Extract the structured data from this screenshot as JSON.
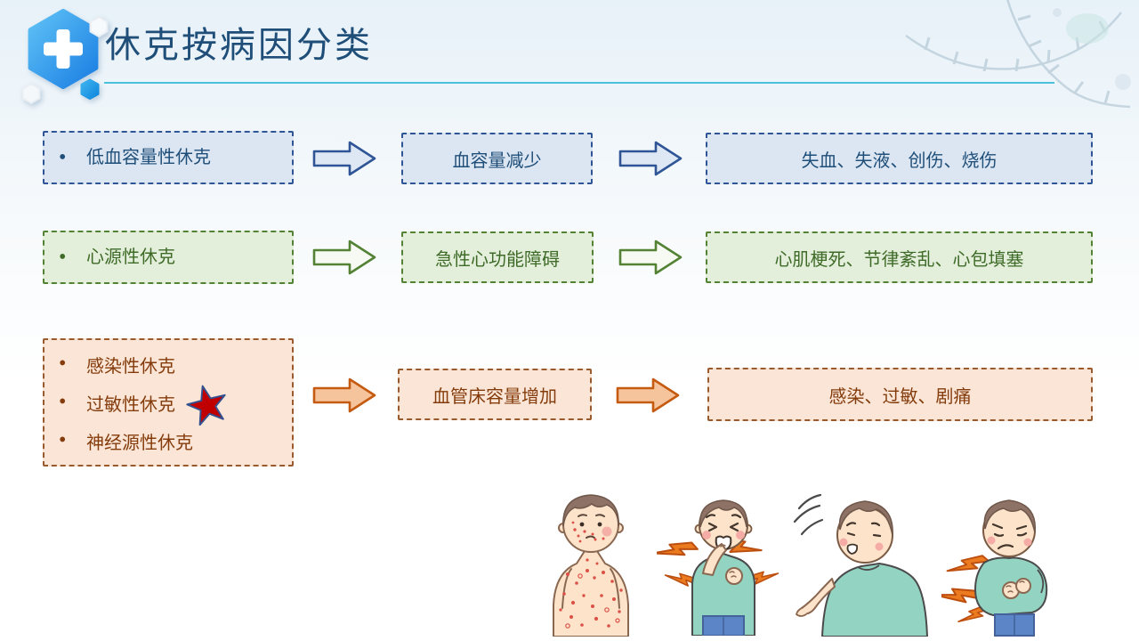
{
  "header": {
    "title": "休克按病因分类"
  },
  "flowchart": {
    "rows": [
      {
        "theme": "blue",
        "causes": [
          "低血容量性休克"
        ],
        "mechanism": "血容量减少",
        "examples": "失血、失液、创伤、烧伤"
      },
      {
        "theme": "green",
        "causes": [
          "心源性休克"
        ],
        "mechanism": "急性心功能障碍",
        "examples": "心肌梗死、节律紊乱、心包填塞"
      },
      {
        "theme": "orange",
        "causes": [
          "感染性休克",
          "过敏性休克",
          "神经源性休克"
        ],
        "star_marked_cause": "过敏性休克",
        "mechanism": "血管床容量增加",
        "examples": "感染、过敏、剧痛"
      }
    ]
  },
  "icons": {
    "logo": "medical-cross-hexagon",
    "star": "red-star-marker",
    "background": "dna-helix-decoration"
  },
  "illustrations": [
    {
      "name": "boy-with-skin-rash"
    },
    {
      "name": "boy-with-chest-pain"
    },
    {
      "name": "boy-dizzy"
    },
    {
      "name": "boy-with-abdominal-pain"
    }
  ],
  "colors": {
    "title_text": "#1F4E79",
    "title_underline": "#4BC2DB",
    "blue_accent": "#2F5597",
    "blue_fill": "#DBE6F2",
    "green_accent": "#548235",
    "green_fill": "#E3EFDB",
    "orange_accent": "#C55A11",
    "orange_fill": "#FBE5D6",
    "star_fill": "#C00000"
  }
}
